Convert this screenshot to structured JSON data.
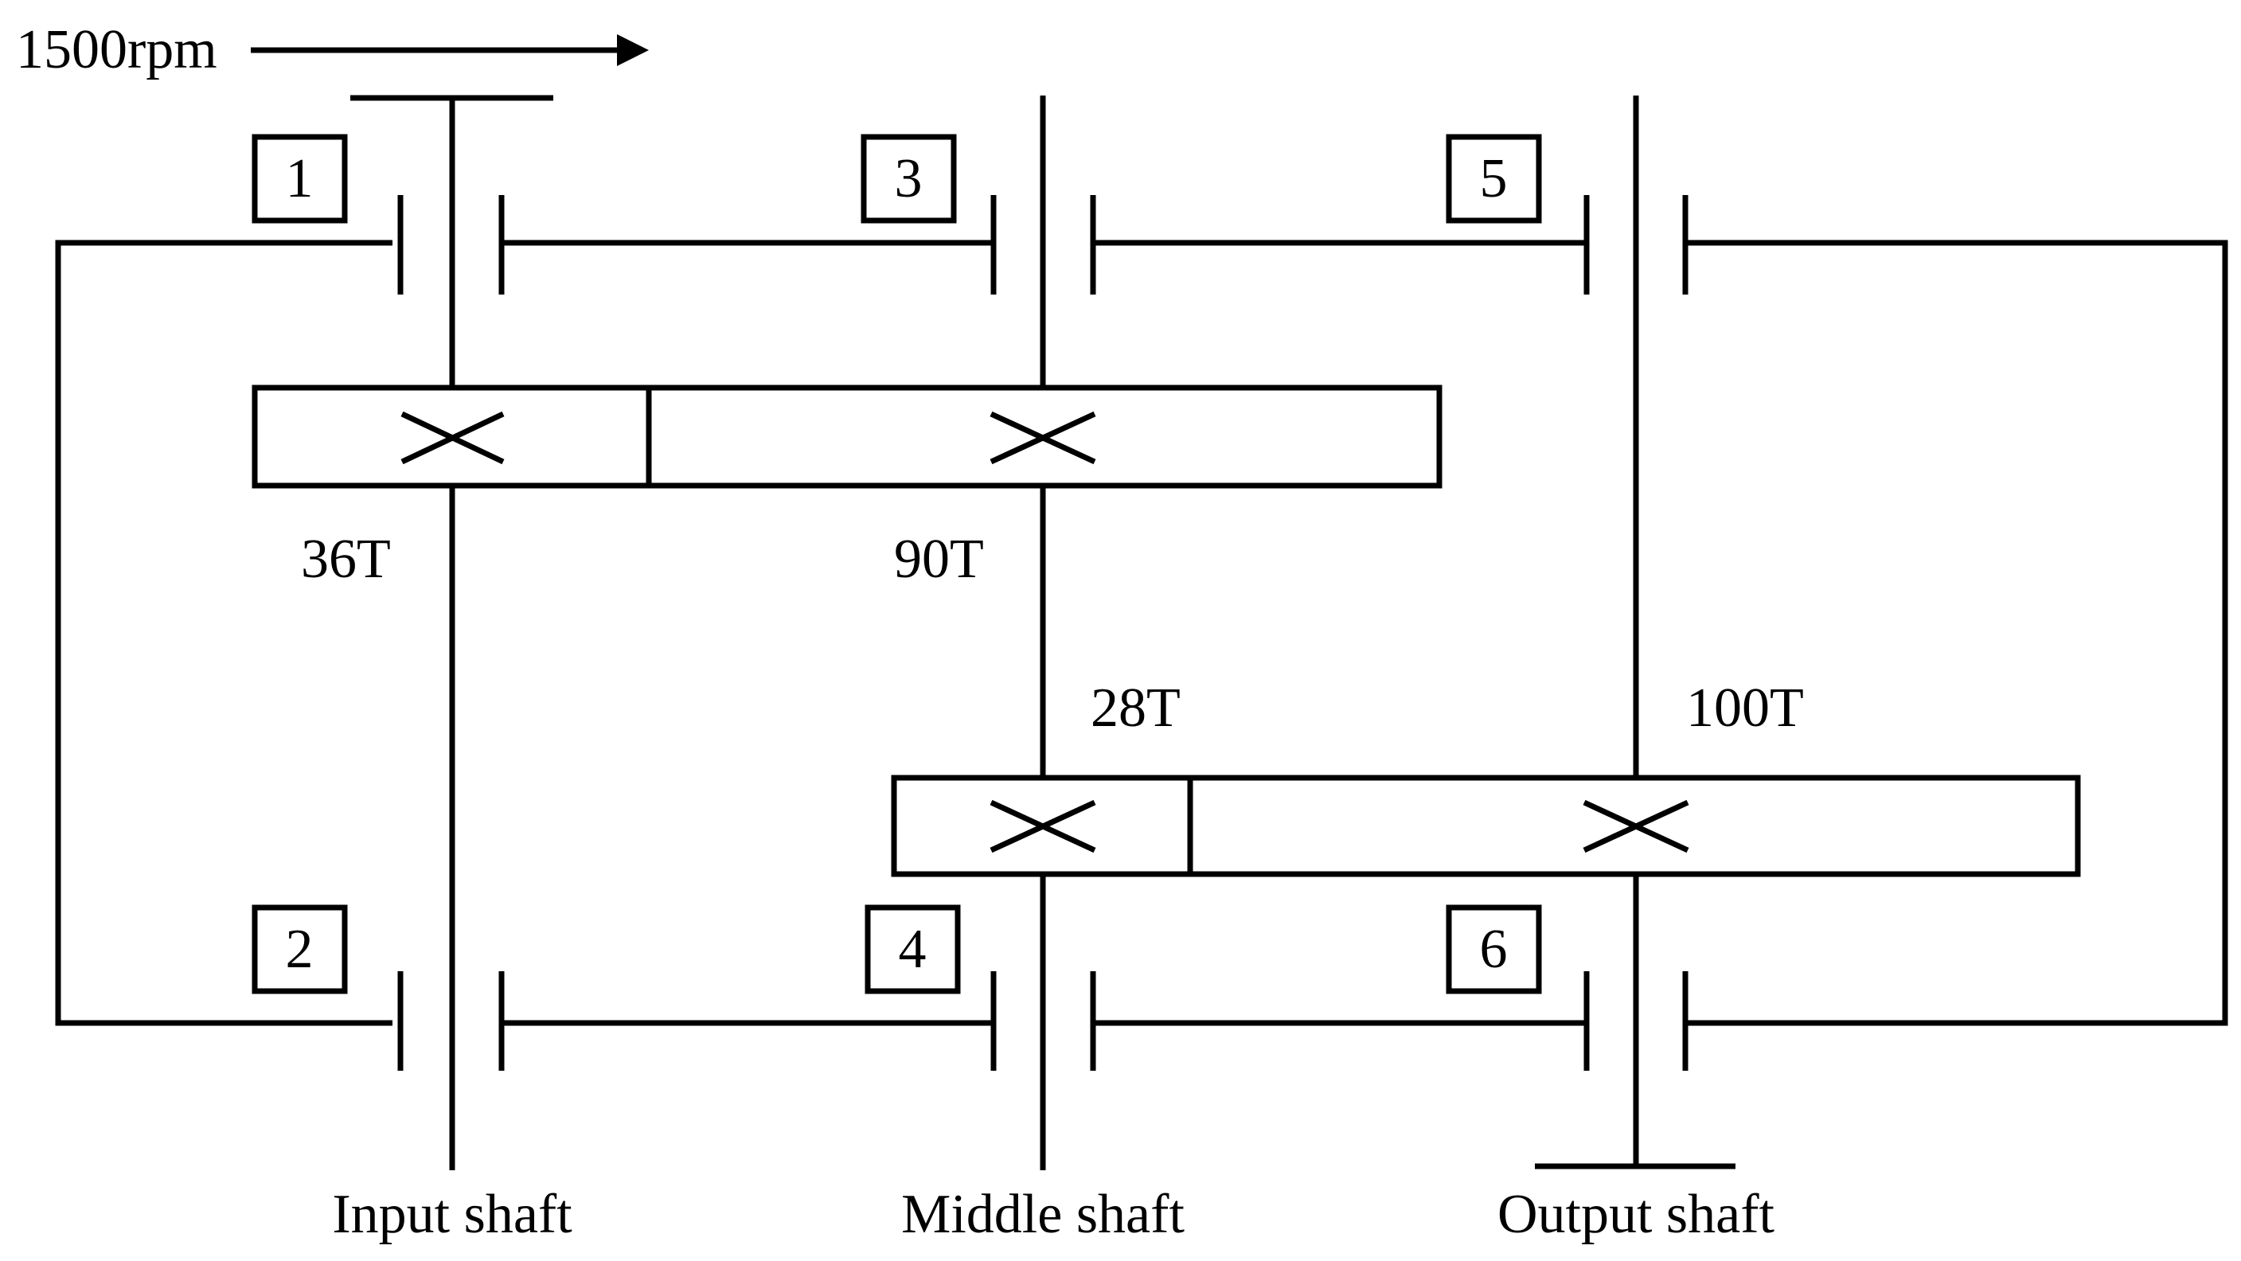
{
  "input_speed": "1500rpm",
  "shafts": [
    {
      "id": "input",
      "label": "Input shaft"
    },
    {
      "id": "middle",
      "label": "Middle shaft"
    },
    {
      "id": "output",
      "label": "Output shaft"
    }
  ],
  "gears": [
    {
      "id": "g1",
      "teeth": "36T"
    },
    {
      "id": "g2",
      "teeth": "90T"
    },
    {
      "id": "g3",
      "teeth": "28T"
    },
    {
      "id": "g4",
      "teeth": "100T"
    }
  ],
  "bearings": [
    "1",
    "2",
    "3",
    "4",
    "5",
    "6"
  ],
  "colors": {
    "stroke": "#000000",
    "background": "#ffffff"
  }
}
